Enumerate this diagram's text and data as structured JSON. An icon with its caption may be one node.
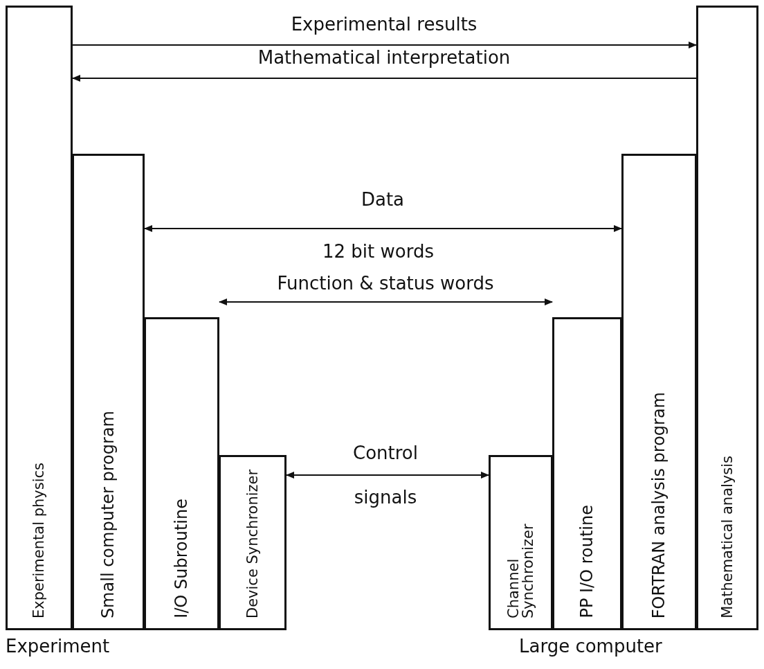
{
  "diagram": {
    "nodes": [
      {
        "text": [
          "Experimental physics"
        ]
      },
      {
        "text": [
          "Small computer program"
        ]
      },
      {
        "text": [
          "I/O Subroutine"
        ]
      },
      {
        "text": [
          "Device Synchronizer"
        ]
      },
      {
        "text": [
          "Channel Synchronizer"
        ]
      },
      {
        "text": [
          "PP I/O routine"
        ]
      },
      {
        "text": [
          "FORTRAN analysis program"
        ]
      },
      {
        "text": [
          "Mathematical analysis"
        ]
      }
    ],
    "edges": [
      {
        "from": 0,
        "to": 7,
        "arrow": "to",
        "label": "Experimental results"
      },
      {
        "from": 7,
        "to": 0,
        "arrow": "to",
        "label": "Mathematical interpretation"
      },
      {
        "from": 1,
        "to": 6,
        "arrow": "both",
        "label": "Data"
      },
      {
        "from": 2,
        "to": 5,
        "arrow": "both",
        "label": "Function & status words"
      },
      {
        "from": 3,
        "to": 4,
        "arrow": "both",
        "label": "Control signals"
      }
    ],
    "labels": [
      "12 bit words",
      "Experiment",
      "Large computer"
    ]
  }
}
